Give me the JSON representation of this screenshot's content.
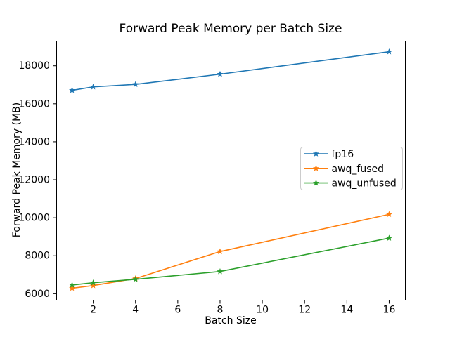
{
  "figure": {
    "background": "#ffffff",
    "axis_color": "#000000",
    "legend_border_color": "#cccccc",
    "legend_background": "#ffffff"
  },
  "chart_data": {
    "type": "line",
    "title": "Forward Peak Memory per Batch Size",
    "xlabel": "Batch Size",
    "ylabel": "Forward Peak Memory (MB)",
    "x": [
      1,
      2,
      4,
      8,
      16
    ],
    "series": [
      {
        "name": "fp16",
        "color": "#1f77b4",
        "marker": "star",
        "values": [
          16710,
          16890,
          17020,
          17560,
          18740
        ]
      },
      {
        "name": "awq_fused",
        "color": "#ff7f0e",
        "marker": "star",
        "values": [
          6290,
          6430,
          6800,
          8220,
          10180
        ]
      },
      {
        "name": "awq_unfused",
        "color": "#2ca02c",
        "marker": "star",
        "values": [
          6460,
          6580,
          6760,
          7170,
          8930
        ]
      }
    ],
    "xticks": [
      2,
      4,
      6,
      8,
      10,
      12,
      14,
      16
    ],
    "yticks": [
      6000,
      8000,
      10000,
      12000,
      14000,
      16000,
      18000
    ],
    "xlim": [
      0.25,
      16.75
    ],
    "ylim": [
      5680,
      19320
    ],
    "grid": false,
    "legend_position": "center right"
  }
}
